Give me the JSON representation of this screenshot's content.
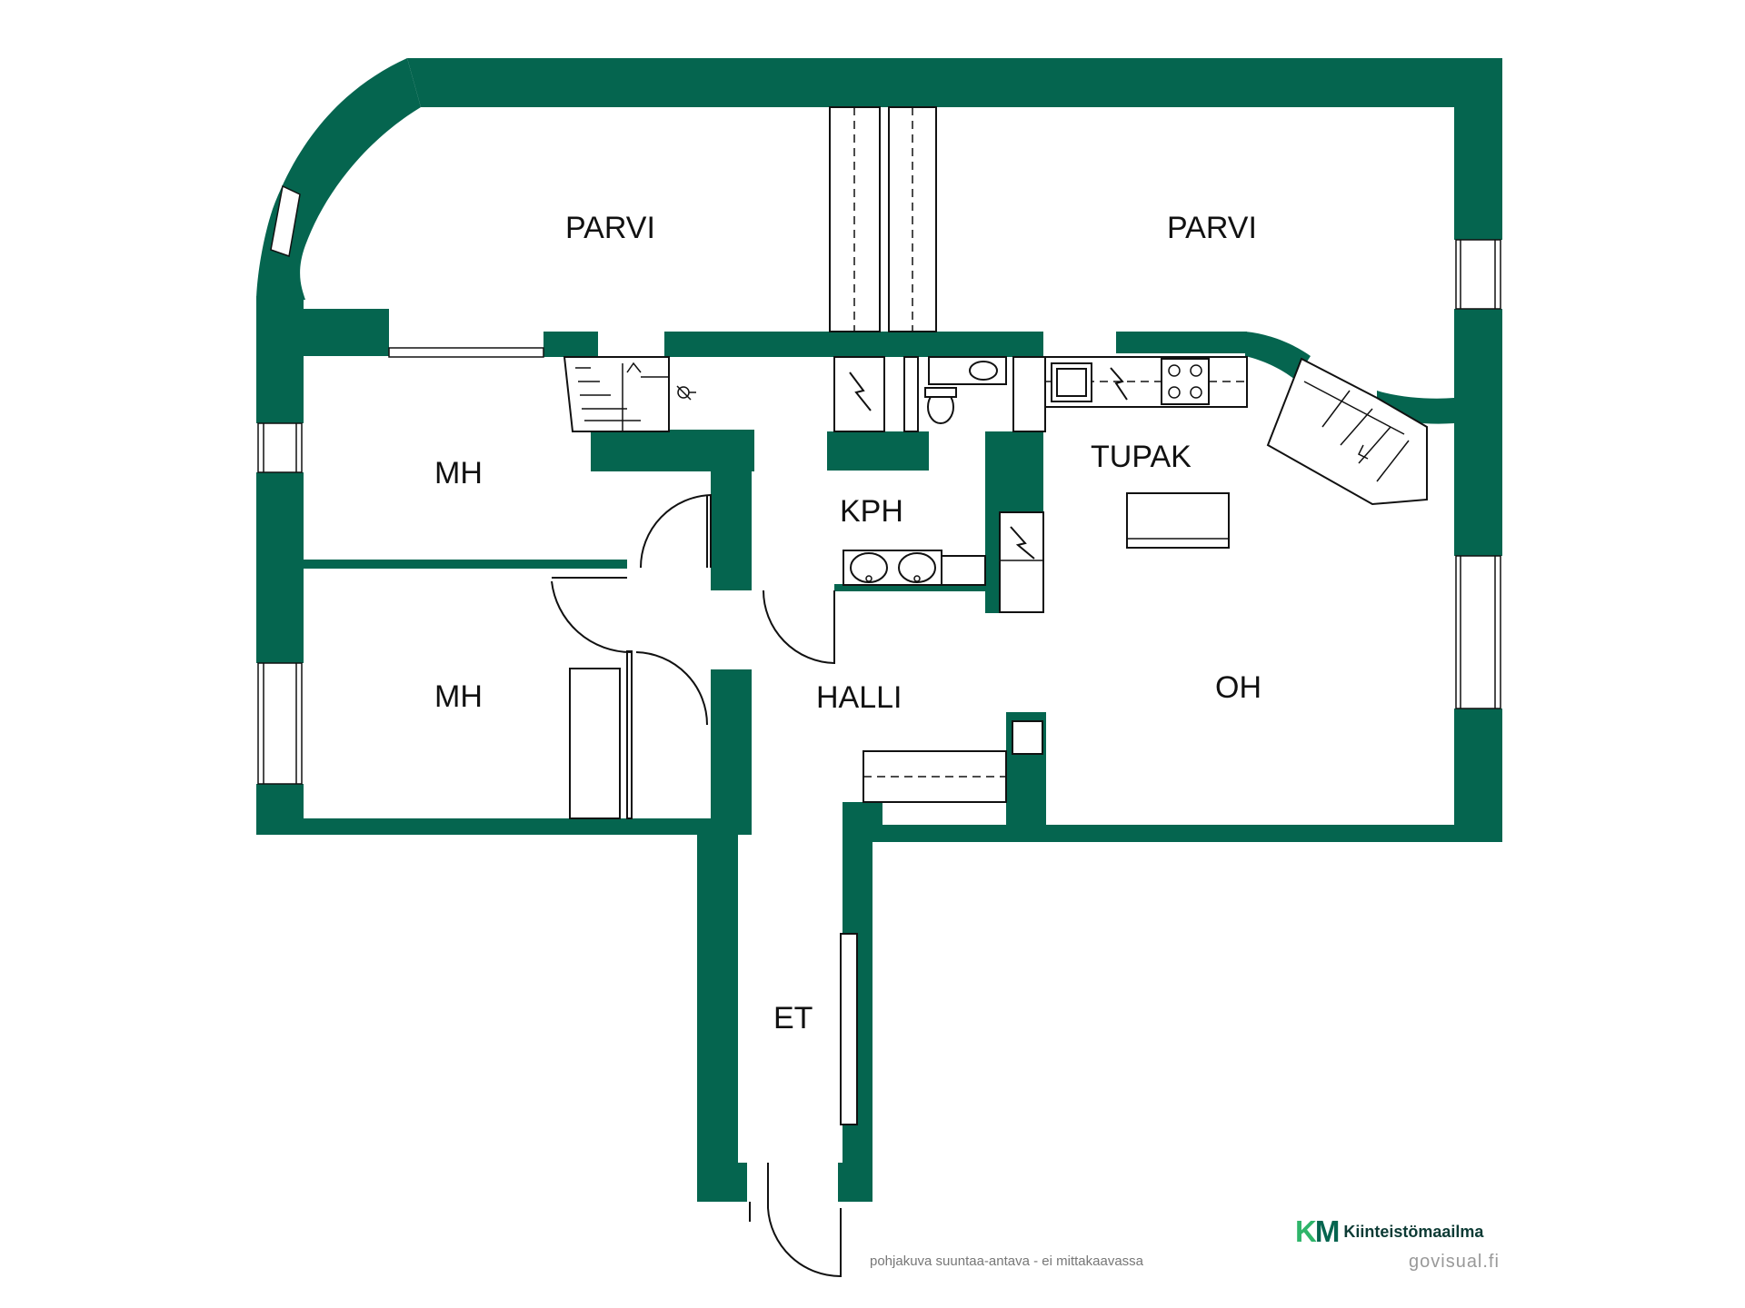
{
  "rooms": {
    "parvi_left": "PARVI",
    "parvi_right": "PARVI",
    "mh_upper": "MH",
    "mh_lower": "MH",
    "kph": "KPH",
    "tupak": "TUPAK",
    "halli": "HALLI",
    "oh": "OH",
    "et": "ET"
  },
  "footer": {
    "disclaimer": "pohjakuva suuntaa-antava - ei mittakaavassa",
    "brand_logo_k": "K",
    "brand_logo_m": "M",
    "brand_name": "Kiinteistömaailma",
    "credit": "govisual.fi"
  },
  "colors": {
    "wall": "#05654f",
    "brand_green": "#2fb56a",
    "brand_dark": "#05654f"
  },
  "icons": [
    "electrical-panel-icon",
    "sink-icon",
    "toilet-icon",
    "stove-icon",
    "stairs-icon",
    "shower-icon"
  ]
}
